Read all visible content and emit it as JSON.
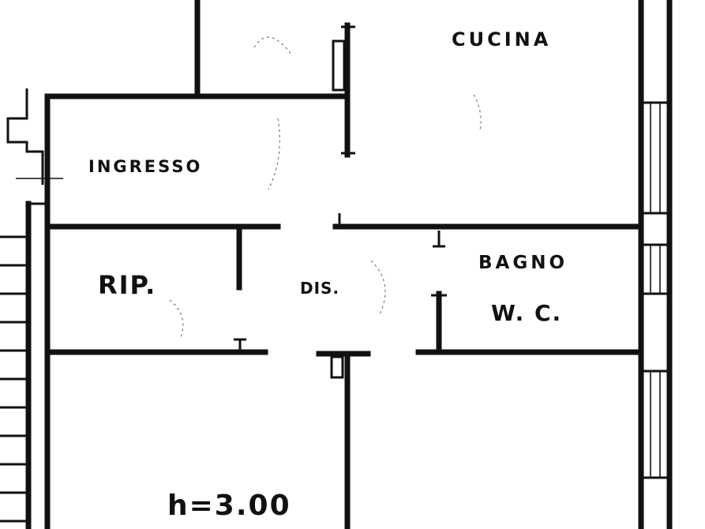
{
  "rooms": {
    "cucina": "CUCINA",
    "ingresso": "INGRESSO",
    "ripostiglio": "RIP.",
    "disimpegno": "DIS.",
    "bagno": "BAGNO",
    "wc": "W. C.",
    "height": "h=3.00"
  },
  "colors": {
    "ink": "#111111",
    "paper": "#ffffff"
  }
}
